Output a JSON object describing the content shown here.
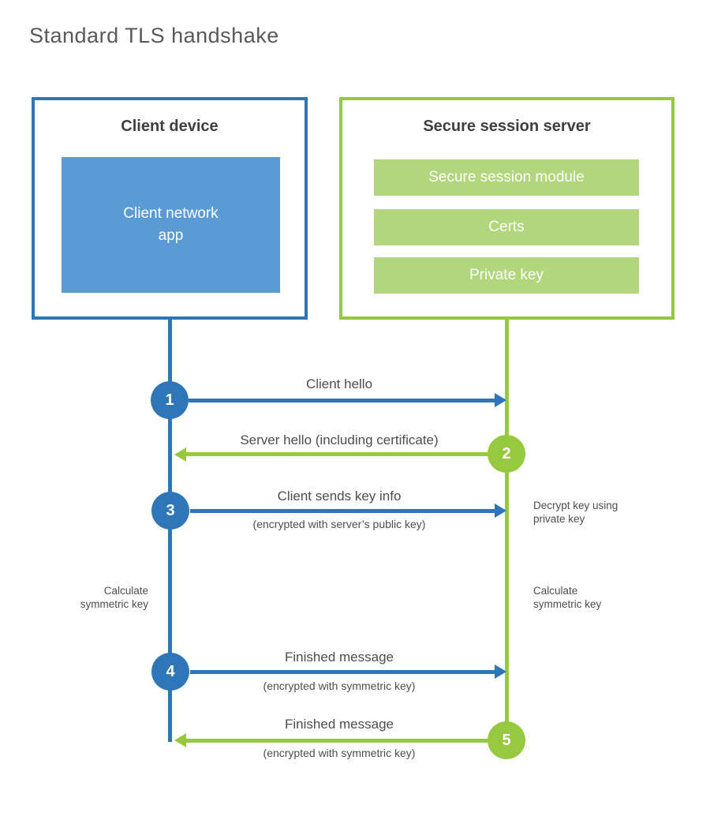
{
  "title": "Standard TLS handshake",
  "colors": {
    "blue_stroke": "#2e76b8",
    "blue_fill": "#5b9bd5",
    "green_stroke": "#97c93e",
    "green_fill": "#b2d67c",
    "heading_text": "#3f3f3f",
    "label_text": "#4d4d4d",
    "title_text": "#595959"
  },
  "client_box": {
    "title": "Client device",
    "module": "Client network app"
  },
  "server_box": {
    "title": "Secure session server",
    "modules": [
      "Secure session module",
      "Certs",
      "Private key"
    ]
  },
  "steps": [
    {
      "number": "1",
      "from": "client",
      "direction": "right",
      "label": "Client hello"
    },
    {
      "number": "2",
      "from": "server",
      "direction": "left",
      "label": "Server hello (including certificate)"
    },
    {
      "number": "3",
      "from": "client",
      "direction": "right",
      "label": "Client sends key info",
      "sublabel": "(encrypted with server’s public key)"
    },
    {
      "number": "4",
      "from": "client",
      "direction": "right",
      "label": "Finished message",
      "sublabel": "(encrypted with symmetric key)"
    },
    {
      "number": "5",
      "from": "server",
      "direction": "left",
      "label": "Finished message",
      "sublabel": "(encrypted with symmetric key)"
    }
  ],
  "annotations": {
    "decrypt_note": "Decrypt key using private key",
    "client_calculate": "Calculate symmetric key",
    "server_calculate": "Calculate symmetric key"
  }
}
